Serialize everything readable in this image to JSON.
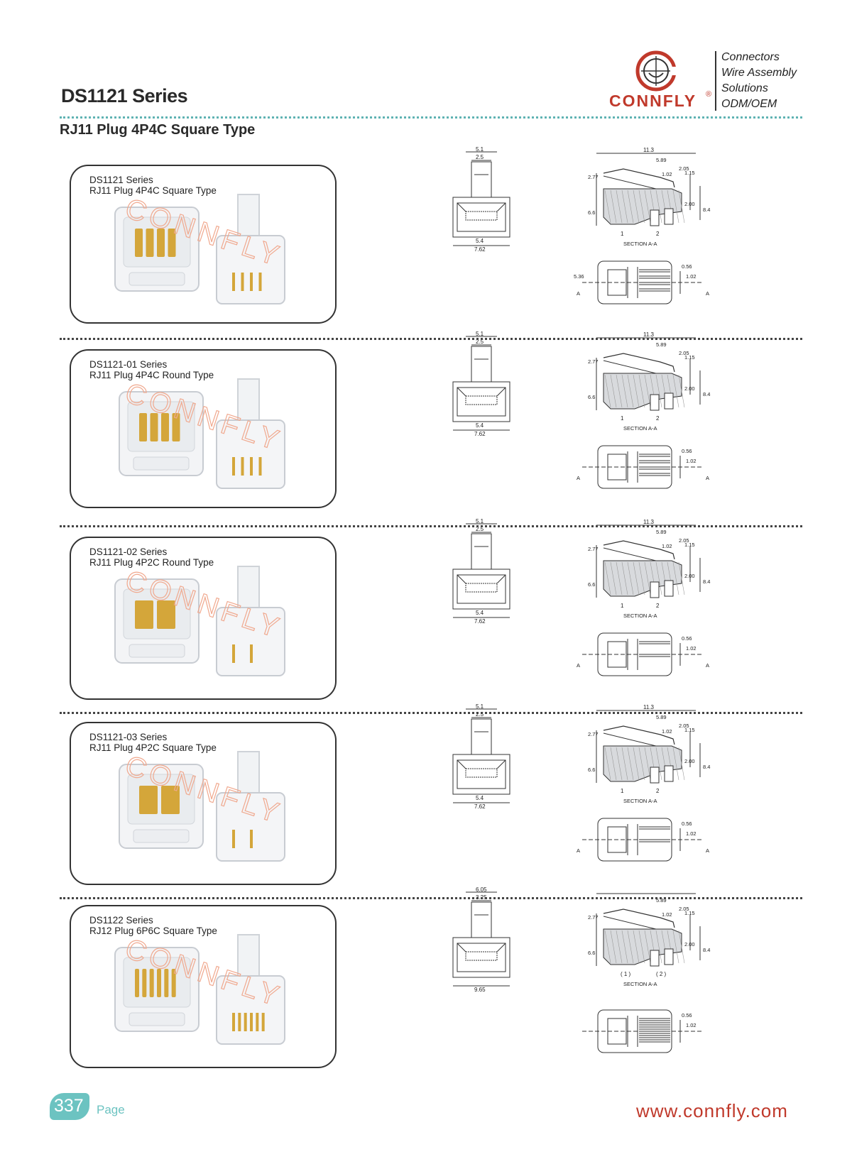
{
  "header": {
    "series_title": "DS1121 Series",
    "sub_title": "RJ11 Plug 4P4C Square Type",
    "brand": "CONNFLY",
    "tagline": [
      "Connectors",
      "Wire Assembly",
      "Solutions",
      "ODM/OEM"
    ]
  },
  "products": [
    {
      "series": "DS1121 Series",
      "type": "RJ11 Plug 4P4C Square Type",
      "front_dims": {
        "top1": "5.1",
        "top2": "2.5",
        "bot1": "5.4",
        "bot2": "7.62"
      },
      "side_dims": {
        "d1": "11.3",
        "d2": "5.89",
        "d3": "2.05",
        "d4": "1.02",
        "d5": "1.15",
        "d6": "2.77",
        "d7": "6.6",
        "d8": "2.00",
        "d9": "8.4",
        "p1": "1",
        "p2": "2",
        "section": "SECTION A-A"
      },
      "bottom_dims": {
        "b1": "5.36",
        "b2": "0.56",
        "b3": "1.02",
        "ma": "A",
        "mb": "A"
      }
    },
    {
      "series": "DS1121-01 Series",
      "type": "RJ11 Plug 4P4C Round Type",
      "front_dims": {
        "top1": "5.1",
        "top2": "2.5",
        "bot1": "5.4",
        "bot2": "7.62"
      },
      "side_dims": {
        "d1": "11.3",
        "d2": "5.89",
        "d3": "2.05",
        "d4": "",
        "d5": "1.15",
        "d6": "2.77",
        "d7": "6.6",
        "d8": "2.00",
        "d9": "8.4",
        "p1": "1",
        "p2": "2",
        "section": "SECTION A-A"
      },
      "bottom_dims": {
        "b1": "",
        "b2": "0.56",
        "b3": "1.02",
        "ma": "A",
        "mb": "A"
      }
    },
    {
      "series": "DS1121-02 Series",
      "type": "RJ11 Plug 4P2C Round Type",
      "front_dims": {
        "top1": "5.1",
        "top2": "2.5",
        "bot1": "5.4",
        "bot2": "7.62"
      },
      "side_dims": {
        "d1": "11.3",
        "d2": "5.89",
        "d3": "2.05",
        "d4": "1.02",
        "d5": "1.15",
        "d6": "2.77",
        "d7": "6.6",
        "d8": "2.00",
        "d9": "8.4",
        "p1": "1",
        "p2": "2",
        "section": "SECTION A-A"
      },
      "bottom_dims": {
        "b1": "",
        "b2": "0.56",
        "b3": "1.02",
        "ma": "A",
        "mb": "A"
      }
    },
    {
      "series": "DS1121-03 Series",
      "type": "RJ11 Plug 4P2C Square Type",
      "front_dims": {
        "top1": "5.1",
        "top2": "2.5",
        "bot1": "5.4",
        "bot2": "7.62"
      },
      "side_dims": {
        "d1": "11.3",
        "d2": "5.89",
        "d3": "2.05",
        "d4": "1.02",
        "d5": "1.15",
        "d6": "2.77",
        "d7": "6.6",
        "d8": "2.00",
        "d9": "8.4",
        "p1": "1",
        "p2": "2",
        "section": "SECTION A-A"
      },
      "bottom_dims": {
        "b1": "",
        "b2": "0.56",
        "b3": "1.02",
        "ma": "A",
        "mb": "A"
      }
    },
    {
      "series": "DS1122 Series",
      "type": "RJ12 Plug  6P6C Square Type",
      "front_dims": {
        "top1": "6.05",
        "top2": "3.25",
        "bot1": "",
        "bot2": "9.65"
      },
      "side_dims": {
        "d1": "",
        "d2": "5.89",
        "d3": "2.05",
        "d4": "1.02",
        "d5": "1.15",
        "d6": "2.77",
        "d7": "6.6",
        "d8": "2.00",
        "d9": "8.4",
        "p1": "( 1 )",
        "p2": "( 2 )",
        "section": "SECTION A-A"
      },
      "bottom_dims": {
        "b1": "",
        "b2": "0.56",
        "b3": "1.02",
        "ma": "",
        "mb": ""
      }
    }
  ],
  "footer": {
    "page_number": "337",
    "page_label": "Page",
    "website": "www.connfly.com"
  },
  "colors": {
    "accent": "#6cc3c1",
    "brand": "#c0392b",
    "ink": "#222222"
  }
}
